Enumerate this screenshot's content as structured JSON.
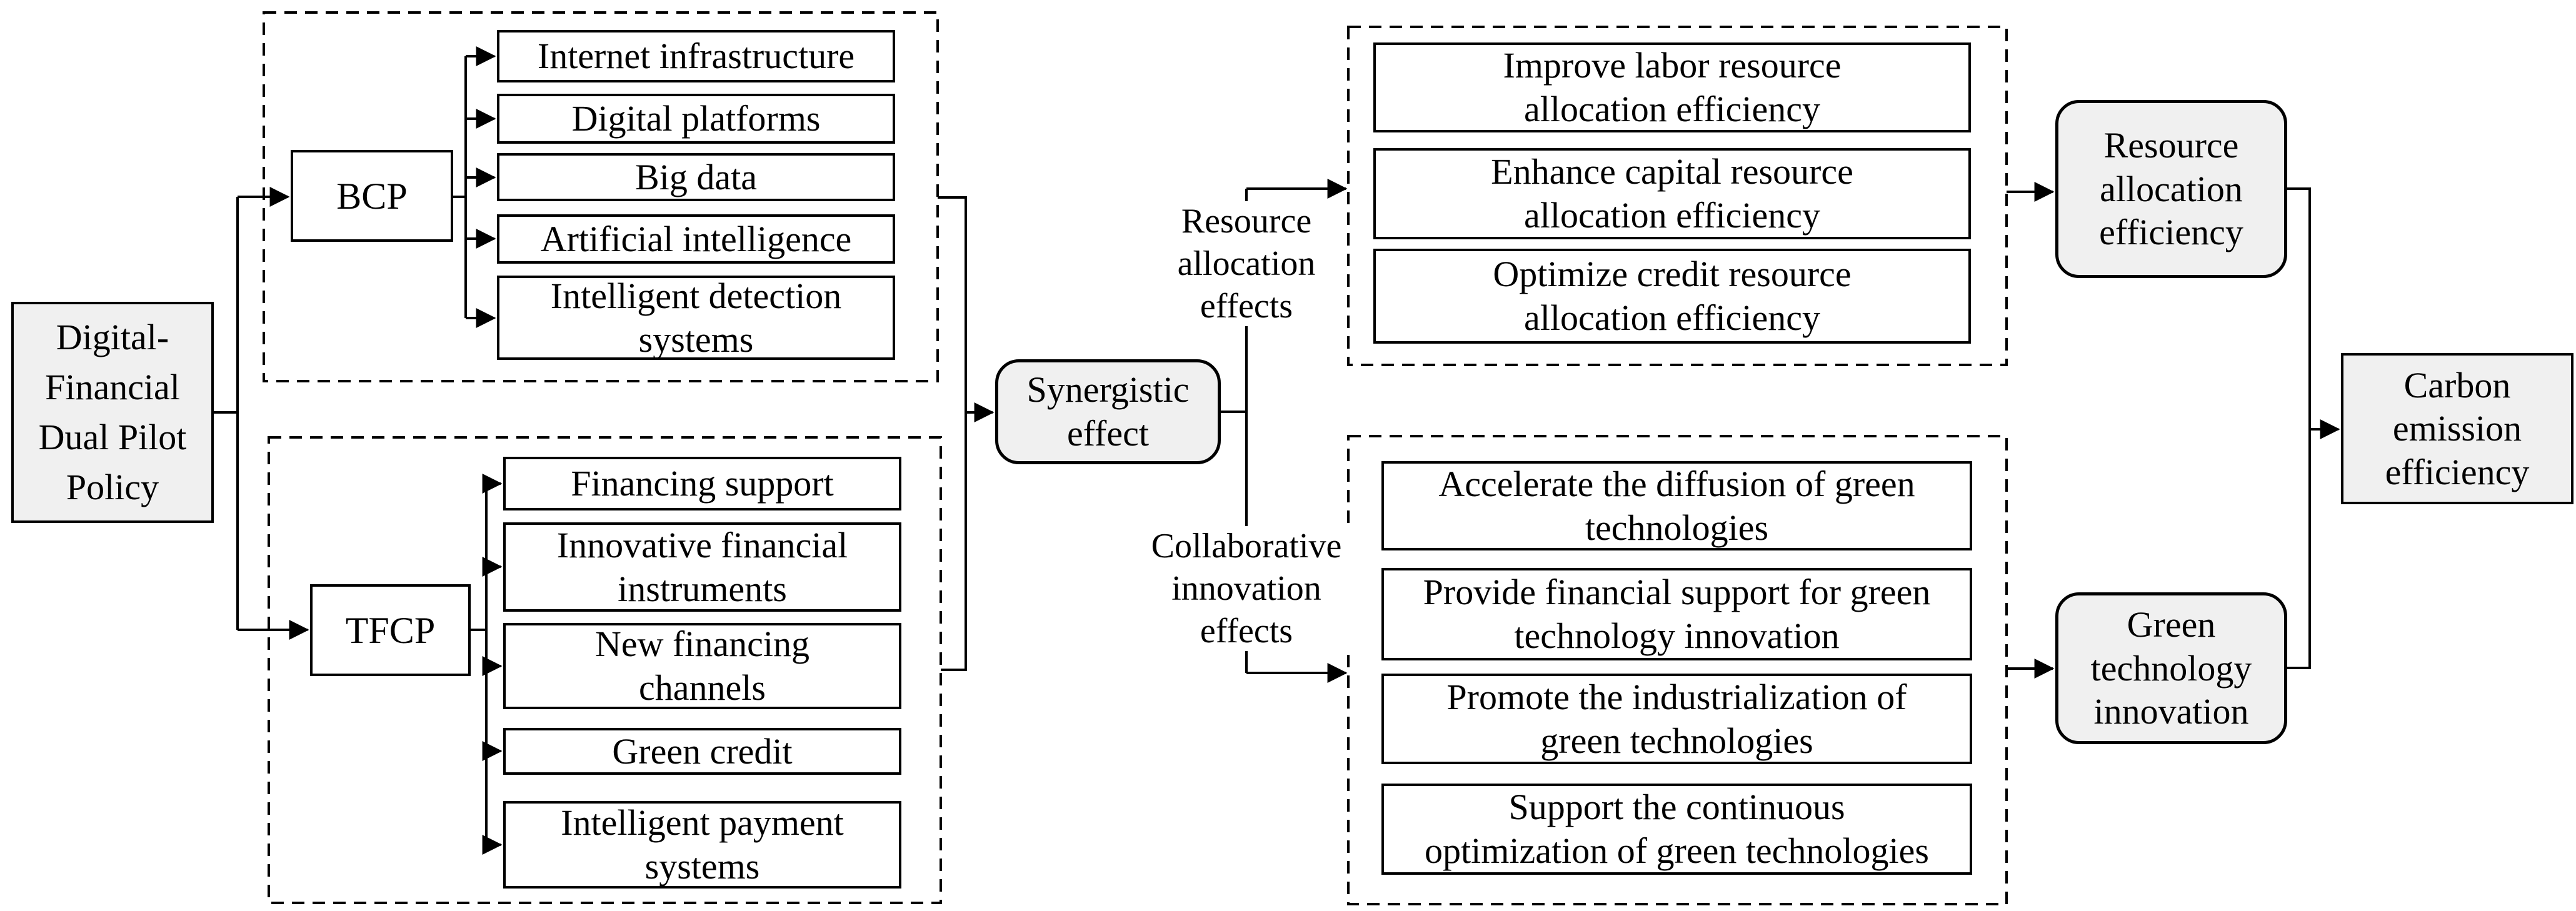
{
  "policy": {
    "label": "Digital-\nFinancial\nDual Pilot\nPolicy"
  },
  "bcp": {
    "label": "BCP",
    "items": [
      "Internet infrastructure",
      "Digital platforms",
      "Big data",
      "Artificial intelligence",
      "Intelligent detection\nsystems"
    ]
  },
  "tfcp": {
    "label": "TFCP",
    "items": [
      "Financing support",
      "Innovative financial\ninstruments",
      "New financing\nchannels",
      "Green credit",
      "Intelligent payment\nsystems"
    ]
  },
  "synergistic": {
    "label": "Synergistic\neffect"
  },
  "effect_labels": {
    "resource": "Resource\nallocation\neffects",
    "collaborative": "Collaborative\ninnovation\neffects"
  },
  "resource_allocation_group": {
    "items": [
      "Improve labor resource\nallocation efficiency",
      "Enhance capital resource\nallocation efficiency",
      "Optimize credit resource\nallocation efficiency"
    ]
  },
  "green_innovation_group": {
    "items": [
      "Accelerate the diffusion of green\ntechnologies",
      "Provide financial support for green\ntechnology innovation",
      "Promote the industrialization of\ngreen technologies",
      "Support the continuous\noptimization of green technologies"
    ]
  },
  "outcomes": {
    "resource_allocation_efficiency": "Resource\nallocation\nefficiency",
    "green_technology_innovation": "Green\ntechnology\ninnovation",
    "carbon_emission_efficiency": "Carbon\nemission\nefficiency"
  },
  "colors": {
    "line": "#000000",
    "box_fill_gray": "#f0f0f0",
    "box_fill_white": "#ffffff"
  }
}
